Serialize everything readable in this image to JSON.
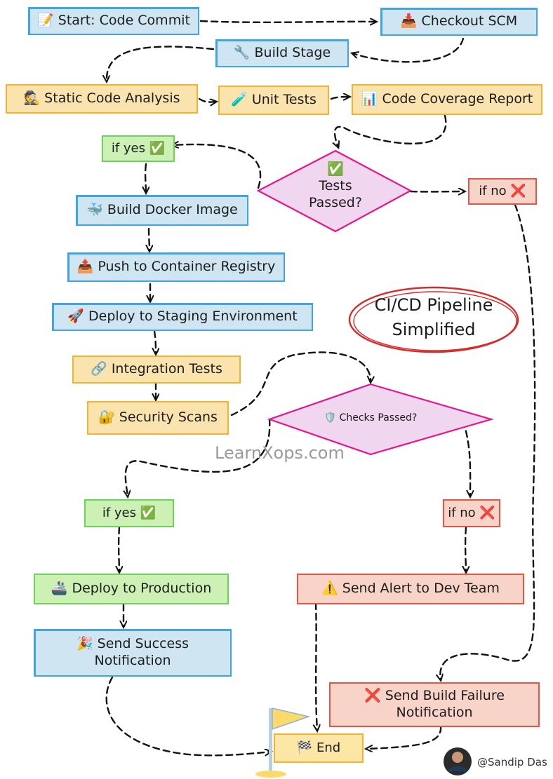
{
  "nodes": {
    "start": "📝 Start: Code Commit",
    "checkout": "📥 Checkout SCM",
    "build": "🔧 Build Stage",
    "static": "🕵️ Static Code Analysis",
    "unit": "🧪 Unit Tests",
    "coverage": "📊 Code Coverage Report",
    "tests_icon": "✅",
    "tests_q1": "Tests",
    "tests_q2": "Passed?",
    "if_yes_1": "if yes ✅",
    "if_no_1": "if no ❌",
    "docker": "🐳 Build Docker Image",
    "push": "📤 Push to Container Registry",
    "staging": "🚀 Deploy to Staging Environment",
    "integration": "🔗 Integration Tests",
    "security": "🔐 Security Scans",
    "checks": "🛡️ Checks Passed?",
    "if_yes_2": "if yes ✅",
    "if_no_2": "if no ❌",
    "production": "🚢 Deploy to Production",
    "success_1": "🎉 Send Success",
    "success_2": "Notification",
    "alert": "⚠️ Send Alert to Dev Team",
    "failure_1": "❌ Send Build Failure",
    "failure_2": "Notification",
    "end": "🏁 End"
  },
  "title": {
    "line1": "CI/CD Pipeline",
    "line2": "Simplified"
  },
  "watermark": "LearnXops.com",
  "author": "@Sandip Das"
}
